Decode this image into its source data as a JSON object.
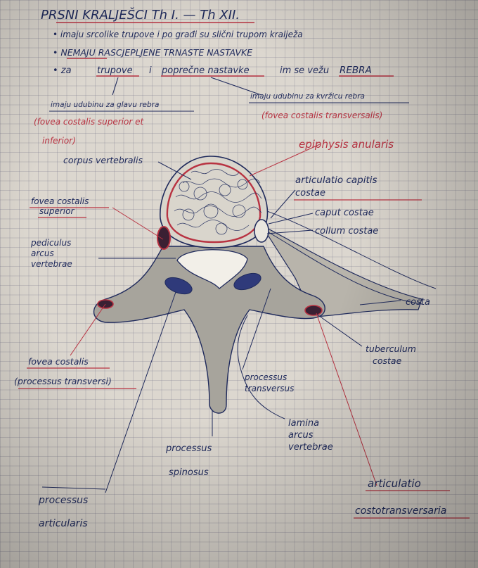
{
  "header": {
    "title": "PRSNI KRALJEŠCI Th I. — Th XII.",
    "bullet_1": "• imaju srcolike trupove i po građi su slični trupom kralježa",
    "bullet_2": "• NEMAJU RASCJEPLJENE TRNASTE NASTAVKE",
    "bullet_3_prefix": "• za",
    "bullet_3_trupove": "trupove",
    "bullet_3_mid": "i",
    "bullet_3_poprecne": "poprečne nastavke",
    "bullet_3_suffix": "im se vežu",
    "bullet_3_rebra": "REBRA"
  },
  "notes": {
    "left_line1": "imaju udubinu za glavu rebra",
    "left_line2": "(fovea costalis superior et",
    "left_line3": "inferior)",
    "right_line1": "imaju udubinu za kvržicu rebra",
    "right_line2": "(fovea costalis transversalis)"
  },
  "labels": {
    "corpus_vertebralis": "corpus vertebralis",
    "epiphysis_anularis": "epiphysis anularis",
    "articulatio_capitis_1": "articulatio capitis",
    "articulatio_capitis_2": "costae",
    "fovea_costalis_superior_1": "fovea costalis",
    "fovea_costalis_superior_2": "superior",
    "caput_costae": "caput costae",
    "collum_costae": "collum costae",
    "pediculus_1": "pediculus",
    "pediculus_2": "arcus",
    "pediculus_3": "vertebrae",
    "costa": "costa",
    "tuberculum_1": "tuberculum",
    "tuberculum_2": "costae",
    "fovea_costalis_1": "fovea costalis",
    "fovea_costalis_2": "(processus transversi)",
    "processus_transversus_1": "processus",
    "processus_transversus_2": "transversus",
    "lamina_1": "lamina",
    "lamina_2": "arcus",
    "lamina_3": "vertebrae",
    "processus_spinosus_1": "processus",
    "processus_spinosus_2": "spinosus",
    "articulatio_costo_1": "articulatio",
    "articulatio_costo_2": "costotransversaria",
    "processus_articularis_1": "processus",
    "processus_articularis_2": "articularis"
  },
  "colors": {
    "ink_navy": "#1f2a5c",
    "ink_red": "#b83342",
    "pencil_gray": "#9c9a92",
    "paper": "#dcd7cf"
  }
}
